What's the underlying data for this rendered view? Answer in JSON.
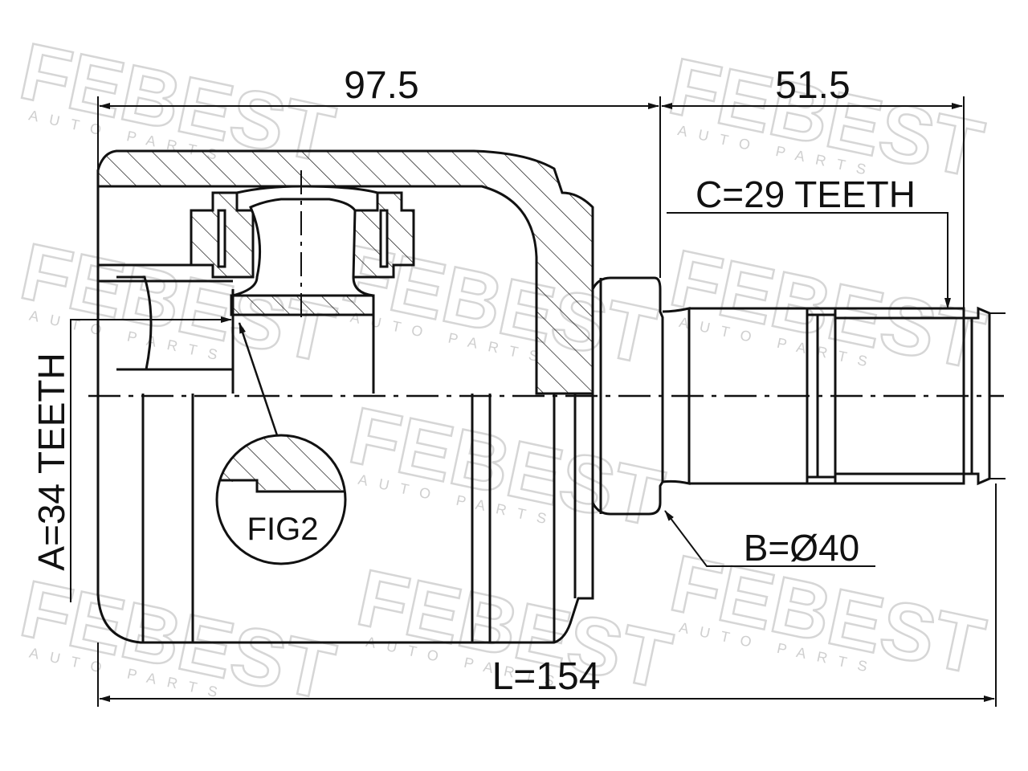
{
  "dimensions": {
    "housing_length": "97.5",
    "shaft_length": "51.5",
    "overall_length": "L=154",
    "outer_spline": "C=29 TEETH",
    "seal_diameter": "B=Ø40",
    "inner_spline": "A=34 TEETH"
  },
  "detail_callout": "FIG2",
  "watermark": {
    "brand": "FEBEST",
    "tagline": "AUTO PARTS"
  },
  "colors": {
    "line": "#111111",
    "watermark": "#d6d6d6",
    "background": "#ffffff"
  }
}
